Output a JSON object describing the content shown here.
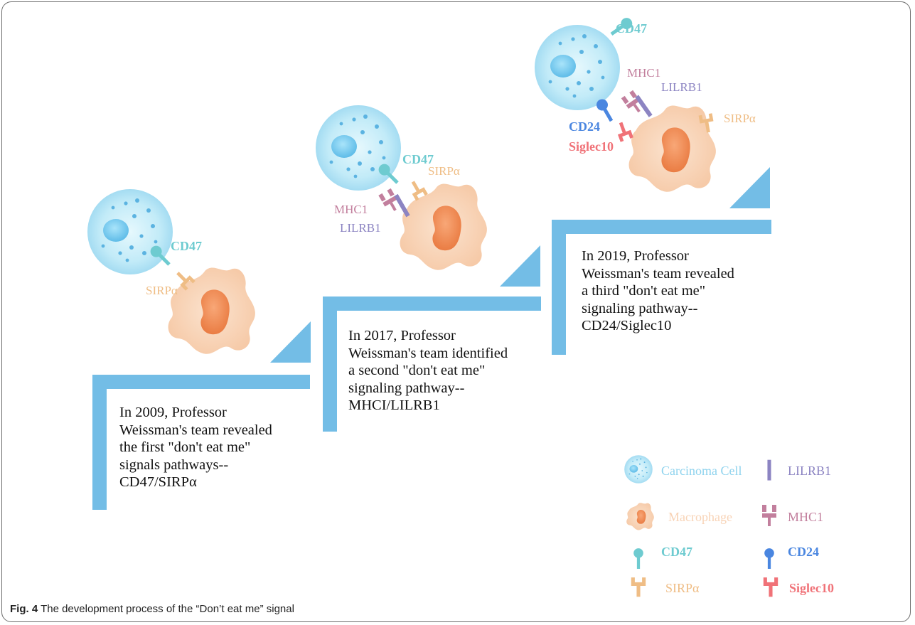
{
  "steps": [
    {
      "text": "In 2009, Professor\nWeissman's team revealed\nthe first \"don't eat me\"\nsignals pathways--\nCD47/SIRPα",
      "labels": {
        "cd47": "CD47",
        "sirpa": "SIRPα"
      }
    },
    {
      "text": "In 2017, Professor\nWeissman's team identified\na second \"don't eat me\"\nsignaling pathway--\nMHCI/LILRB1",
      "labels": {
        "cd47": "CD47",
        "sirpa": "SIRPα",
        "mhc1": "MHC1",
        "lilrb1": "LILRB1"
      }
    },
    {
      "text": "In 2019, Professor\nWeissman's team revealed\na third \"don't eat me\"\nsignaling pathway--\nCD24/Siglec10",
      "labels": {
        "cd47": "CD47",
        "sirpa": "SIRPα",
        "mhc1": "MHC1",
        "lilrb1": "LILRB1",
        "cd24": "CD24",
        "siglec10": "Siglec10"
      }
    }
  ],
  "legend": {
    "carcinoma": "Carcinoma Cell",
    "lilrb1": "LILRB1",
    "macrophage": "Macrophage",
    "mhc1": "MHC1",
    "cd47": "CD47",
    "cd24": "CD24",
    "sirpa": "SIRPα",
    "siglec10": "Siglec10"
  },
  "caption": {
    "label": "Fig. 4",
    "text": "The development process of the “Don’t eat me” signal"
  },
  "colors": {
    "stair": "#73bde6",
    "carcinoma": "#b5e5f6",
    "macrophage": "#f8d3b6",
    "nucleus": "#f2905a",
    "cd47": "#6ecbd0",
    "sirpa": "#efbd85",
    "mhc1": "#c27f9d",
    "lilrb1": "#8c84c2",
    "cd24": "#4a86e0",
    "siglec10": "#f07278"
  }
}
